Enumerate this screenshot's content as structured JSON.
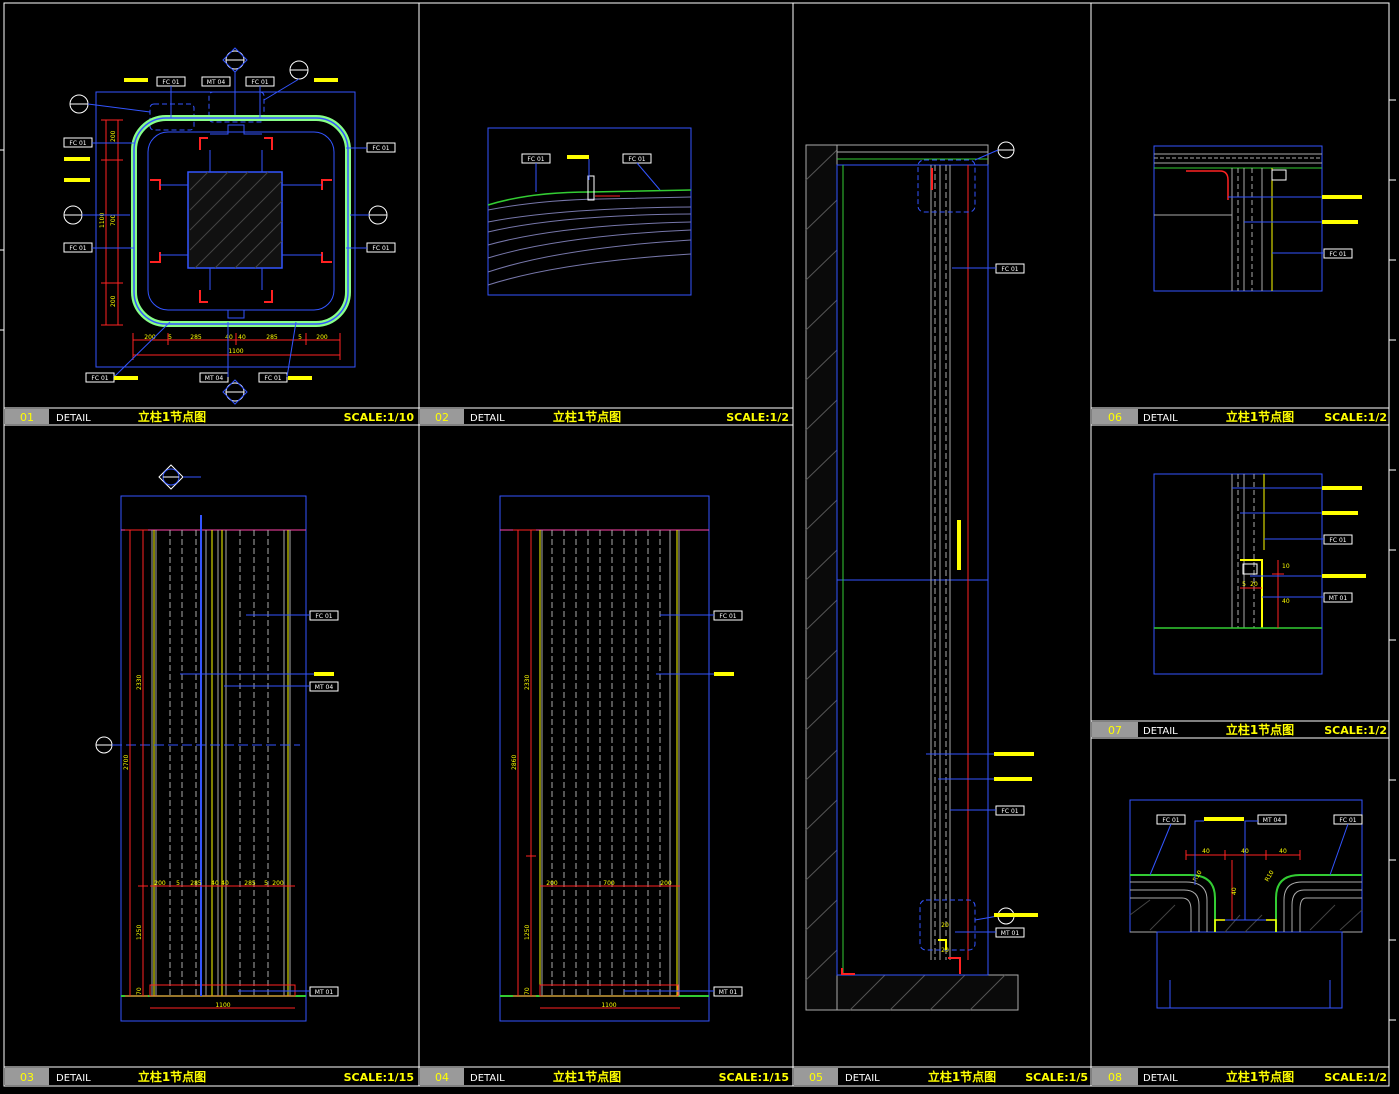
{
  "colors": {
    "background": "#000000",
    "frame": "#ffffff",
    "primary_line": "#3355ff",
    "dimension": "#ff2222",
    "highlight": "#ffff00",
    "finish": "#33cc33",
    "outline": "#cccccc",
    "bar_fill": "#9a9a9a",
    "title_yellow": "#ffff00"
  },
  "panels": [
    {
      "num": "01",
      "type": "DETAIL",
      "title": "立柱1节点图",
      "scale": "SCALE:1/10"
    },
    {
      "num": "02",
      "type": "DETAIL",
      "title": "立柱1节点图",
      "scale": "SCALE:1/2"
    },
    {
      "num": "03",
      "type": "DETAIL",
      "title": "立柱1节点图",
      "scale": "SCALE:1/15"
    },
    {
      "num": "04",
      "type": "DETAIL",
      "title": "立柱1节点图",
      "scale": "SCALE:1/15"
    },
    {
      "num": "05",
      "type": "DETAIL",
      "title": "立柱1节点图",
      "scale": "SCALE:1/5"
    },
    {
      "num": "06",
      "type": "DETAIL",
      "title": "立柱1节点图",
      "scale": "SCALE:1/2"
    },
    {
      "num": "07",
      "type": "DETAIL",
      "title": "立柱1节点图",
      "scale": "SCALE:1/2"
    },
    {
      "num": "08",
      "type": "DETAIL",
      "title": "立柱1节点图",
      "scale": "SCALE:1/2"
    }
  ],
  "tags": {
    "fc01": "FC 01",
    "mt01": "MT 01",
    "mt04": "MT 04"
  },
  "dims": {
    "p01_bottom": [
      "200",
      "5",
      "285",
      "40",
      "40",
      "285",
      "5",
      "200"
    ],
    "p01_total": "1100",
    "p01_left": [
      "200",
      "700",
      "200"
    ],
    "p01_left_total": "1100",
    "p03_heights": [
      "2330",
      "2700",
      "1250",
      "70"
    ],
    "p03_width": [
      "200",
      "5",
      "285",
      "40",
      "40",
      "285",
      "5",
      "200"
    ],
    "p03_total": "1100",
    "p04_heights": [
      "2330",
      "2860",
      "1250",
      "70"
    ],
    "p04_width": [
      "200",
      "700",
      "200"
    ],
    "p04_total": "1100",
    "p07_dims": [
      "10",
      "20",
      "5",
      "40"
    ],
    "p08_dims": [
      "40",
      "40",
      "40",
      "R10",
      "R10",
      "40"
    ],
    "p05_dims": [
      "20",
      "20"
    ]
  }
}
